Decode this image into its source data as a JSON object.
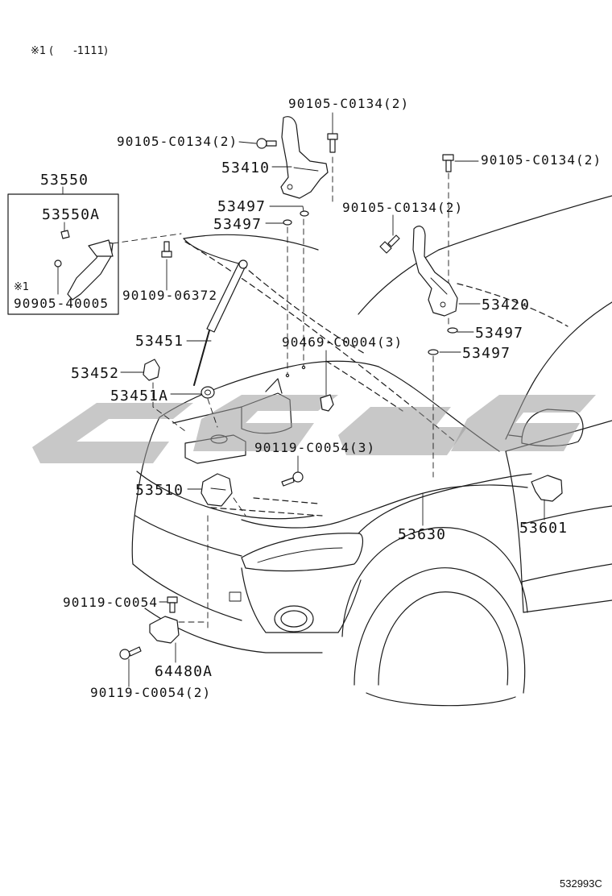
{
  "note": "※1 (      -1111)",
  "inset": {
    "part_number": "53550",
    "clip": "53550A",
    "mark": "※1",
    "bolt": "90905-40005"
  },
  "callouts": [
    "90105-C0134(2)",
    "90105-C0134(2)",
    "53410",
    "90105-C0134(2)",
    "53497",
    "53497",
    "90105-C0134(2)",
    "90109-06372",
    "53420",
    "53451",
    "90469-C0004(3)",
    "53497",
    "53497",
    "53452",
    "53451A",
    "90119-C0054(3)",
    "53510",
    "53630",
    "53601",
    "90119-C0054",
    "64480A",
    "90119-C0054(2)"
  ],
  "drawing_id": "532993C"
}
